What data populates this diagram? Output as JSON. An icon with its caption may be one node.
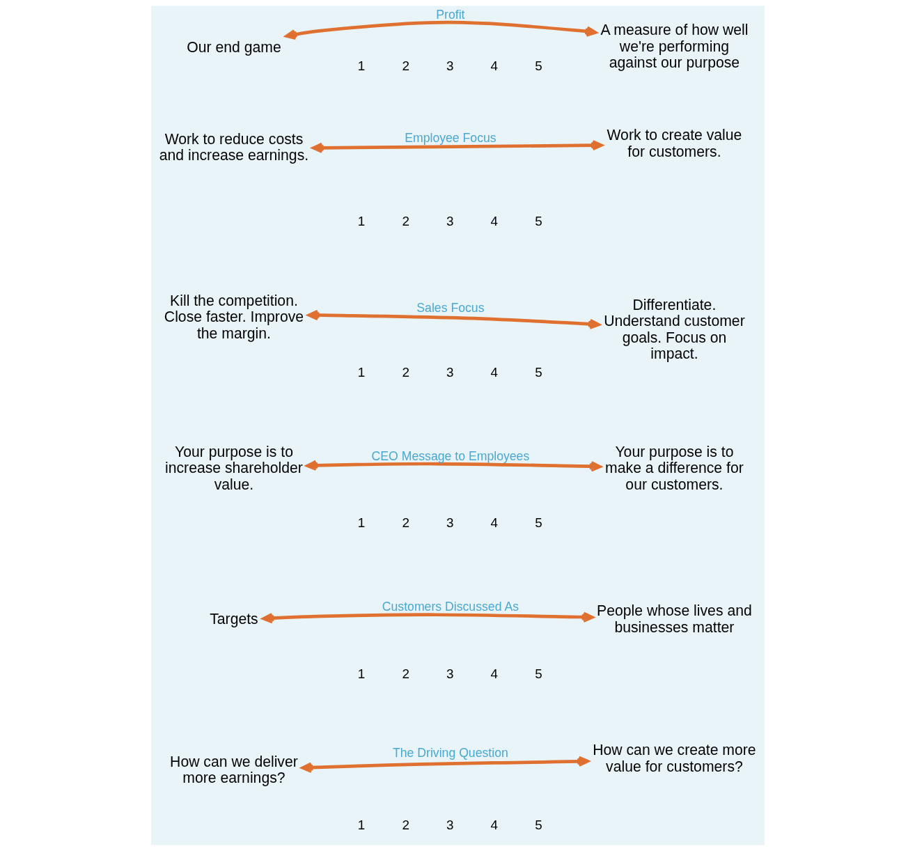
{
  "diagram": {
    "nodes": [
      {
        "text": [
          "How can we deliver more earnings?"
        ]
      },
      {
        "text": [
          "How can we create more value for customers?"
        ]
      },
      {
        "text": [
          "Targets"
        ]
      },
      {
        "text": [
          "People whose lives and businesses matter"
        ]
      },
      {
        "text": [
          "Your purpose is to increase shareholder value."
        ]
      },
      {
        "text": [
          "Your purpose is to make a difference for our customers."
        ]
      },
      {
        "text": [
          "Kill the competition. Close faster. Improve the margin."
        ]
      },
      {
        "text": [
          "Differentiate. Understand customer goals. Focus on impact."
        ]
      },
      {
        "text": [
          "Work to reduce costs and increase earnings."
        ]
      },
      {
        "text": [
          "Work to create value for customers."
        ]
      },
      {
        "text": [
          "Our end game"
        ]
      },
      {
        "text": [
          "A measure of how well we're performing against our purpose"
        ]
      }
    ],
    "edges": [
      {
        "from": 0,
        "to": 1,
        "arrow": "both",
        "label": "The Driving Question"
      },
      {
        "from": 2,
        "to": 3,
        "arrow": "both",
        "label": "Customers Discussed As"
      },
      {
        "from": 4,
        "to": 5,
        "arrow": "both",
        "label": "CEO Message to Employees"
      },
      {
        "from": 6,
        "to": 7,
        "arrow": "both",
        "label": "Sales Focus"
      },
      {
        "from": 8,
        "to": 9,
        "arrow": "both",
        "label": "Employee Focus"
      },
      {
        "from": 10,
        "to": 11,
        "arrow": "both",
        "label": "Profit"
      }
    ],
    "labels": [
      "1",
      "2",
      "3",
      "4",
      "5",
      "1",
      "2",
      "3",
      "4",
      "5",
      "1",
      "2",
      "3",
      "4",
      "5",
      "1",
      "2",
      "3",
      "4",
      "5",
      "1",
      "2",
      "3",
      "4",
      "5",
      "1",
      "2",
      "3",
      "4",
      "5"
    ]
  }
}
